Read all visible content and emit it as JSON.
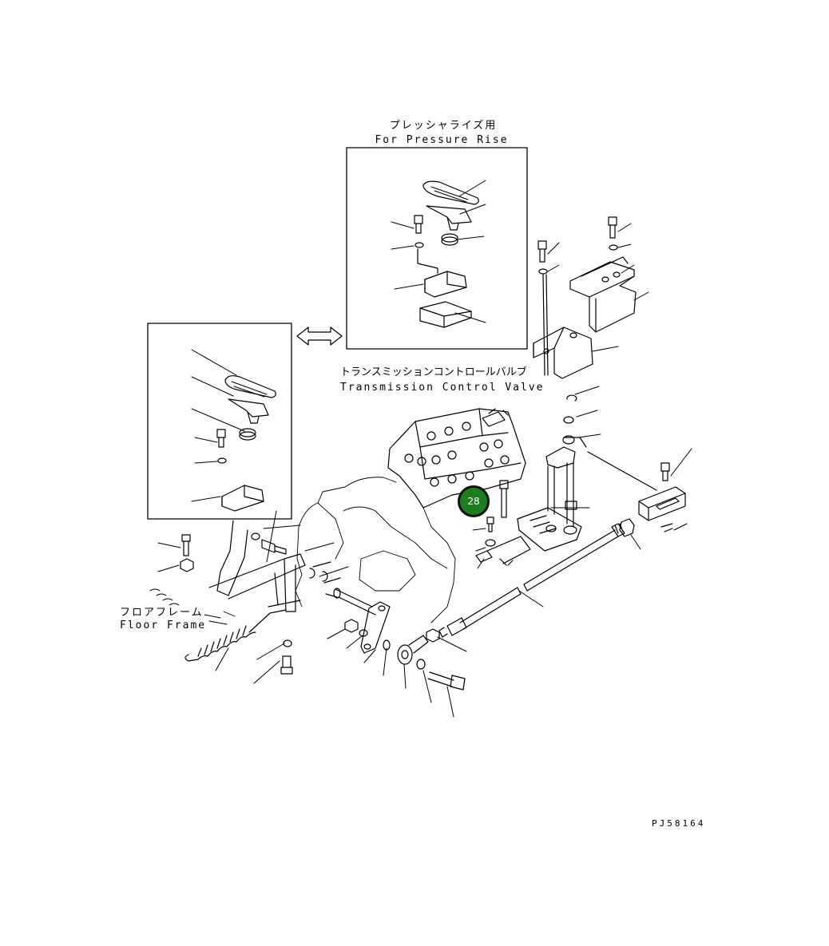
{
  "labels": {
    "pressure_rise_jp": "プレッシャライズ用",
    "pressure_rise_en": "For Pressure Rise",
    "tcv_jp": "トランスミッションコントロールバルブ",
    "tcv_en": "Transmission Control Valve",
    "floor_frame_jp": "フロアフレーム",
    "floor_frame_en": "Floor Frame",
    "drawing_id": "PJ58164"
  },
  "callout": {
    "number": "28",
    "fill": "#1e7d1e",
    "border": "#111111"
  },
  "icons": {
    "interchange": "double-arrow-icon"
  }
}
